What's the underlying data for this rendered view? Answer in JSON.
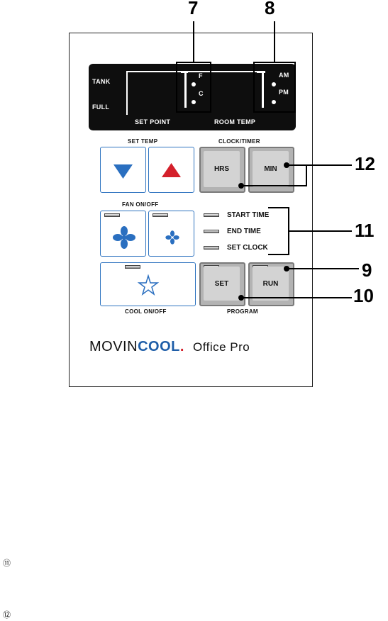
{
  "callouts": {
    "c7": "7",
    "c8": "8",
    "c9": "9",
    "c10": "10",
    "c11": "11",
    "c12": "12"
  },
  "display": {
    "tank": "TANK",
    "full": "FULL",
    "unit_f": "F",
    "unit_c": "C",
    "am": "AM",
    "pm": "PM",
    "set_point": "SET POINT",
    "room_temp": "ROOM TEMP"
  },
  "labels": {
    "set_temp": "SET TEMP",
    "clock_timer": "CLOCK/TIMER",
    "fan_on_off": "FAN ON/OFF",
    "cool_on_off": "COOL ON/OFF",
    "program": "PROGRAM"
  },
  "buttons": {
    "hrs": "HRS",
    "min": "MIN",
    "set": "SET",
    "run": "RUN"
  },
  "indicators": {
    "start_time": "START TIME",
    "end_time": "END TIME",
    "set_clock": "SET CLOCK"
  },
  "brand": {
    "movin": "MOVIN",
    "cool": "COOL",
    "dot": ".",
    "product": "Office Pro"
  },
  "footnotes": {
    "f11": "⑪",
    "f12": "⑫"
  },
  "colors": {
    "display_bg": "#0e0e0e",
    "blue_arrow": "#2a6fc0",
    "red_arrow": "#d4202b",
    "fan_blue": "#2a6fc0",
    "button_grey": "#b3b3b3"
  }
}
